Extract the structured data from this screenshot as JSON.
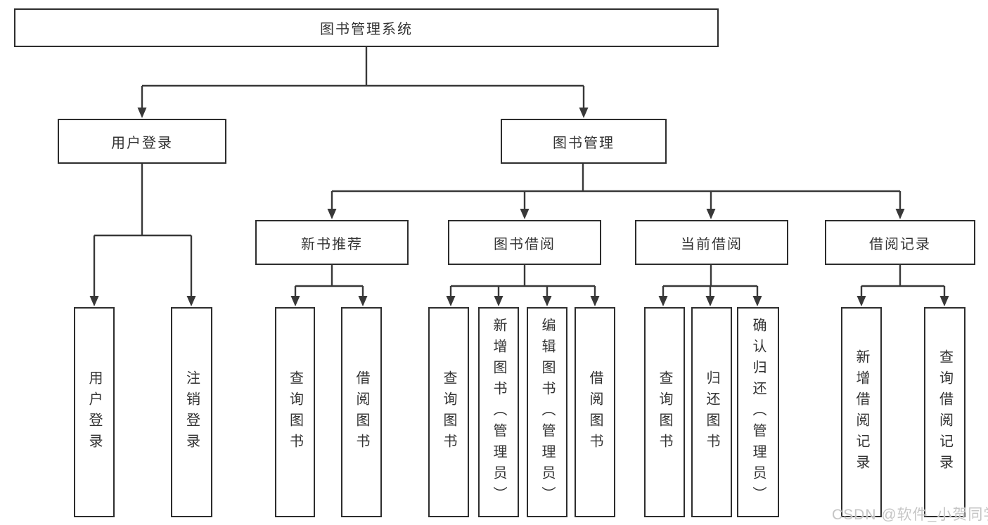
{
  "diagram": {
    "type": "hierarchy",
    "orientation": "top-down"
  },
  "colors": {
    "background": "#ffffff",
    "line": "#383838",
    "box_border": "#2d2d2d",
    "box_fill": "#ffffff",
    "text": "#333333",
    "watermark": "#c5c5c5"
  },
  "tree": {
    "label": "图书管理系统",
    "children": [
      {
        "label": "用户登录",
        "children": [
          {
            "label": "用户登录"
          },
          {
            "label": "注销登录"
          }
        ]
      },
      {
        "label": "图书管理",
        "children": [
          {
            "label": "新书推荐",
            "children": [
              {
                "label": "查询图书"
              },
              {
                "label": "借阅图书"
              }
            ]
          },
          {
            "label": "图书借阅",
            "children": [
              {
                "label": "查询图书"
              },
              {
                "label": "新增图书（管理员）"
              },
              {
                "label": "编辑图书（管理员）"
              },
              {
                "label": "借阅图书"
              }
            ]
          },
          {
            "label": "当前借阅",
            "children": [
              {
                "label": "查询图书"
              },
              {
                "label": "归还图书"
              },
              {
                "label": "确认归还（管理员）"
              }
            ]
          },
          {
            "label": "借阅记录",
            "children": [
              {
                "label": "新增借阅记录"
              },
              {
                "label": "查询借阅记录"
              }
            ]
          }
        ]
      }
    ]
  },
  "watermark": "CSDN @软件_小贺同学"
}
